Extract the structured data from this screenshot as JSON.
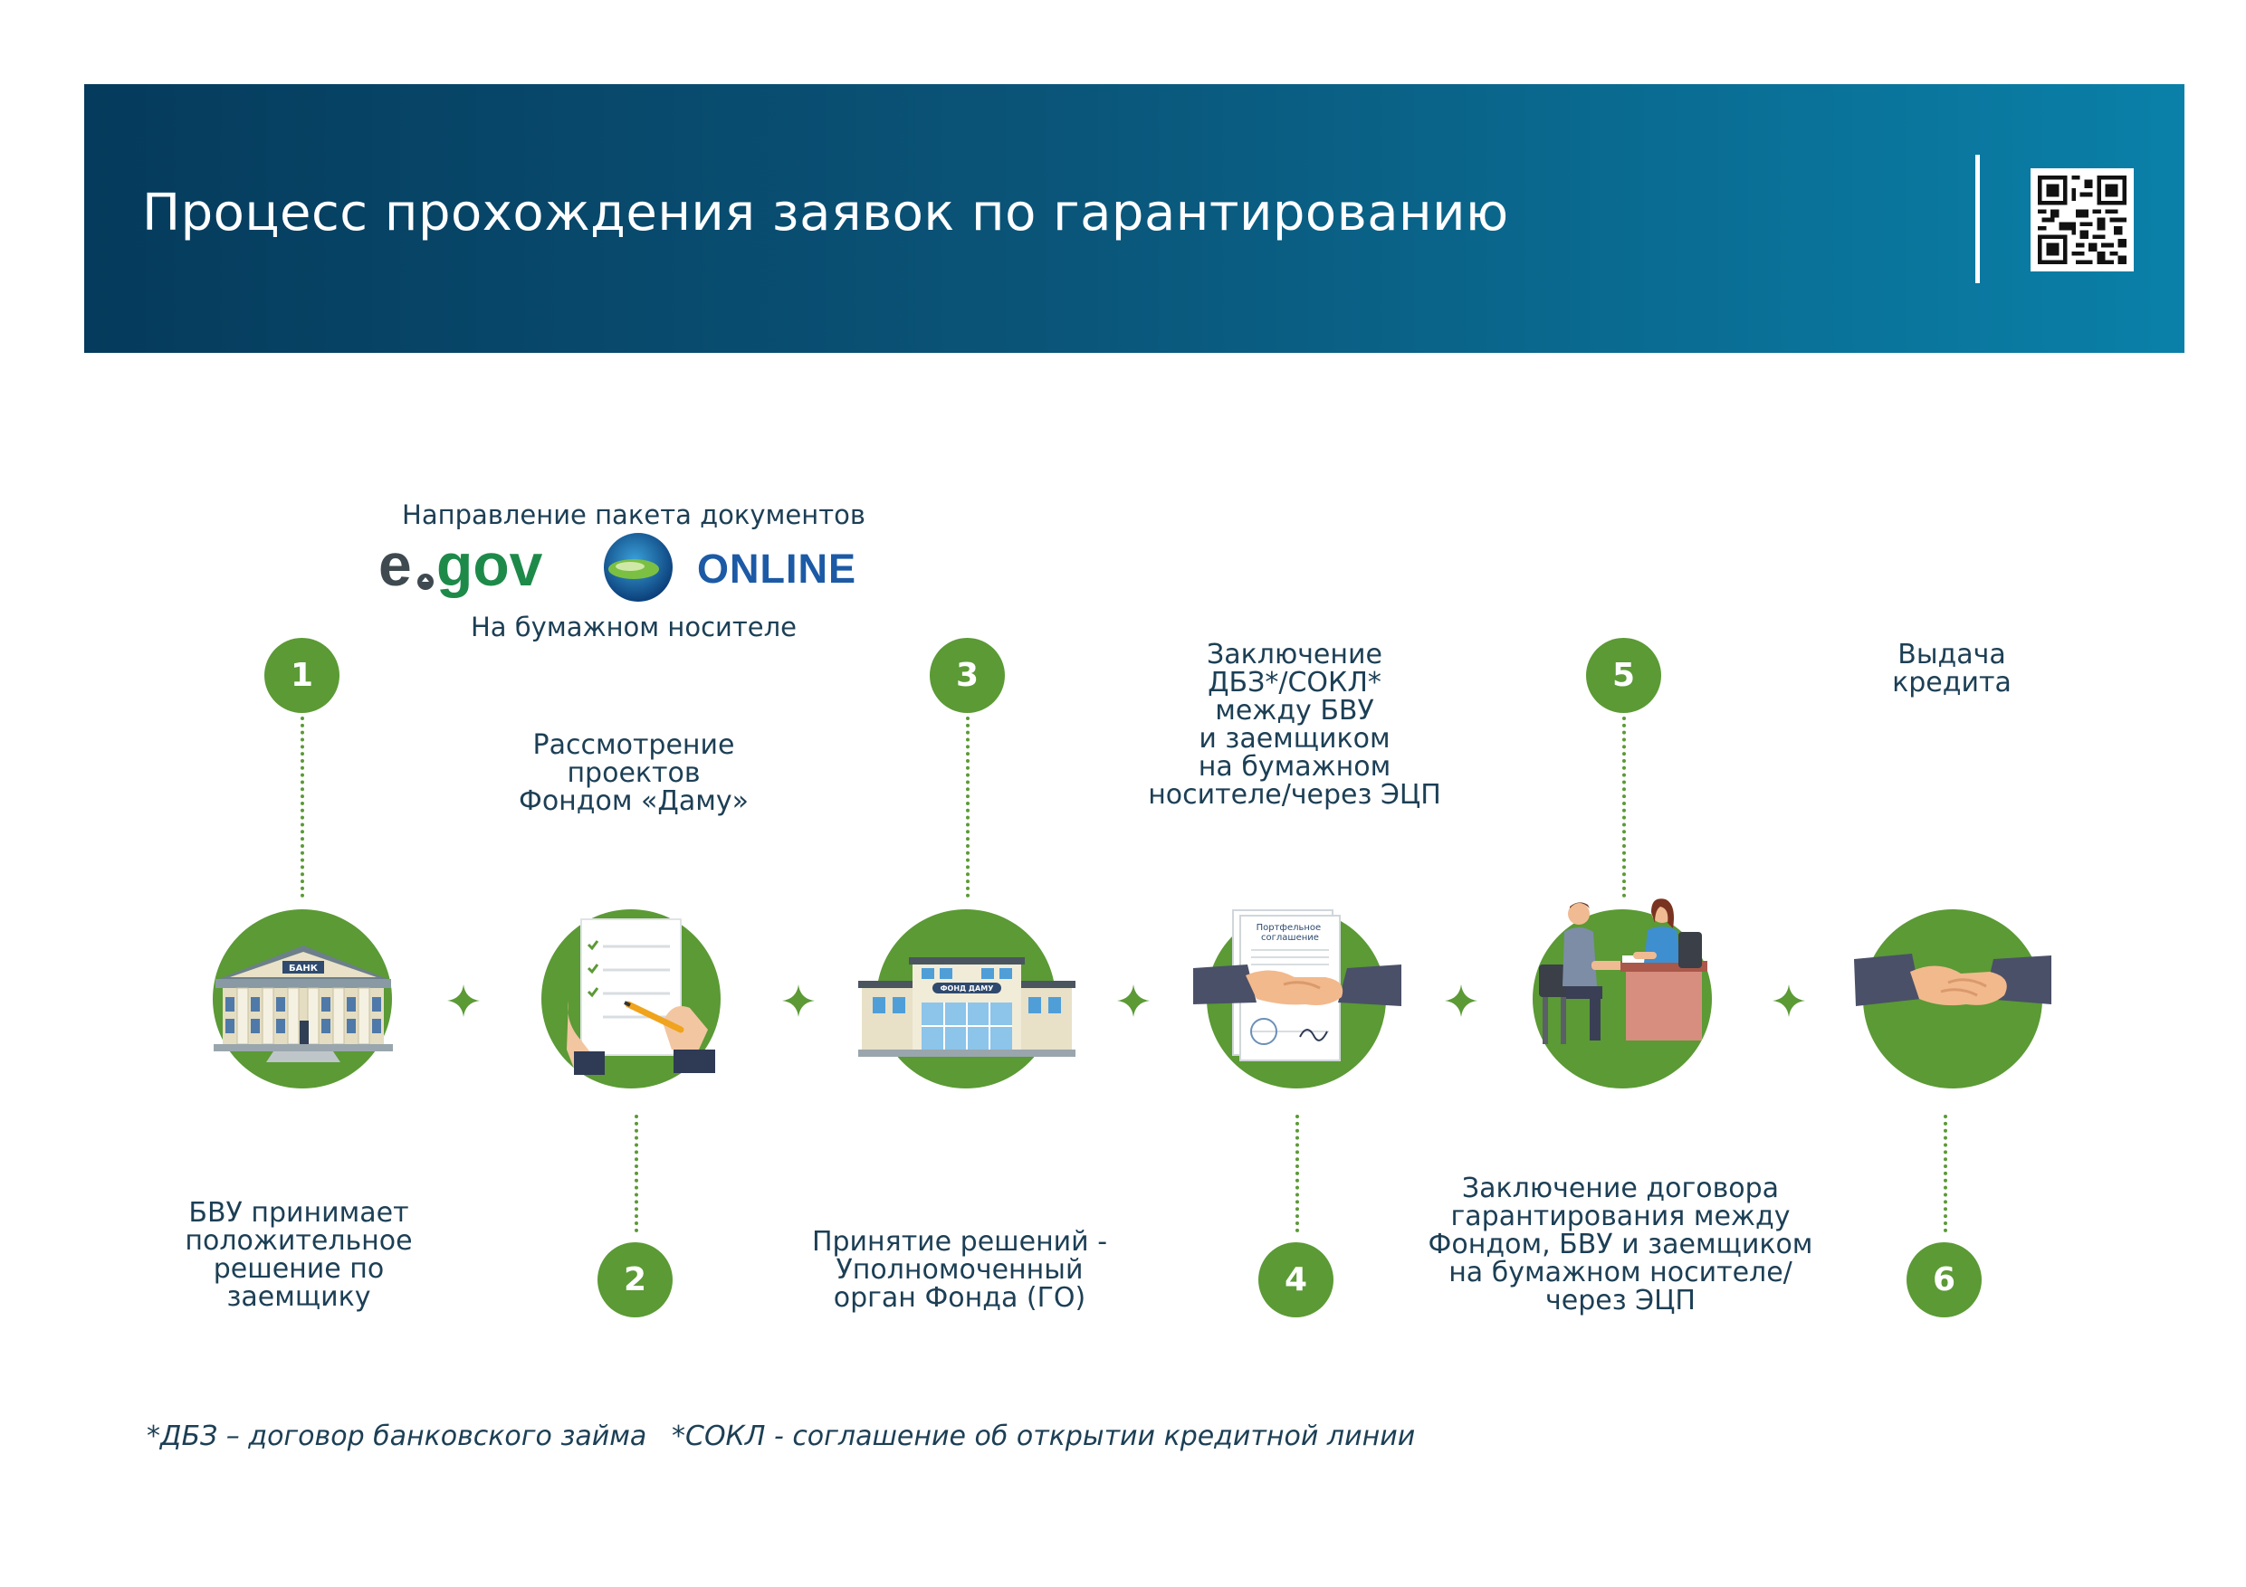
{
  "header": {
    "title": "Процесс прохождения заявок по гарантированию"
  },
  "submission": {
    "label_top": "Направление пакета документов",
    "egov_text": "e gov",
    "online_text": "ONLINE",
    "label_bottom": "На бумажном носителе"
  },
  "steps": [
    {
      "number": "1",
      "text": "БВУ принимает\nположительное\nрешение по\nзаемщику"
    },
    {
      "number": "2",
      "text": "Рассмотрение\nпроектов\nФондом «Даму»"
    },
    {
      "number": "3",
      "text": "Принятие решений -\nУполномоченный\nорган Фонда (ГО)"
    },
    {
      "number": "4",
      "text": "Заключение\nДБЗ*/СОКЛ*\nмежду БВУ\nи заемщиком\nна бумажном\nносителе/через ЭЦП"
    },
    {
      "number": "5",
      "text": "Заключение договора\nгарантирования между\nФондом, БВУ и заемщиком\nна бумажном носителе/\nчерез ЭЦП"
    },
    {
      "number": "6",
      "text": "Выдача\nкредита"
    }
  ],
  "illustrations": {
    "bank_sign": "БАНК",
    "fund_sign": "ФОНД ДАМУ",
    "agreement_title": "Портфельное\nсоглашение"
  },
  "footnotes": {
    "dbz": "*ДБЗ – договор банковского займа",
    "sokl": "*СОКЛ - соглашение об открытии кредитной линии"
  },
  "colors": {
    "banner_start": "#053b5c",
    "banner_end": "#0a80a8",
    "accent_green": "#5b9a35",
    "text_dark": "#1c3f55"
  }
}
